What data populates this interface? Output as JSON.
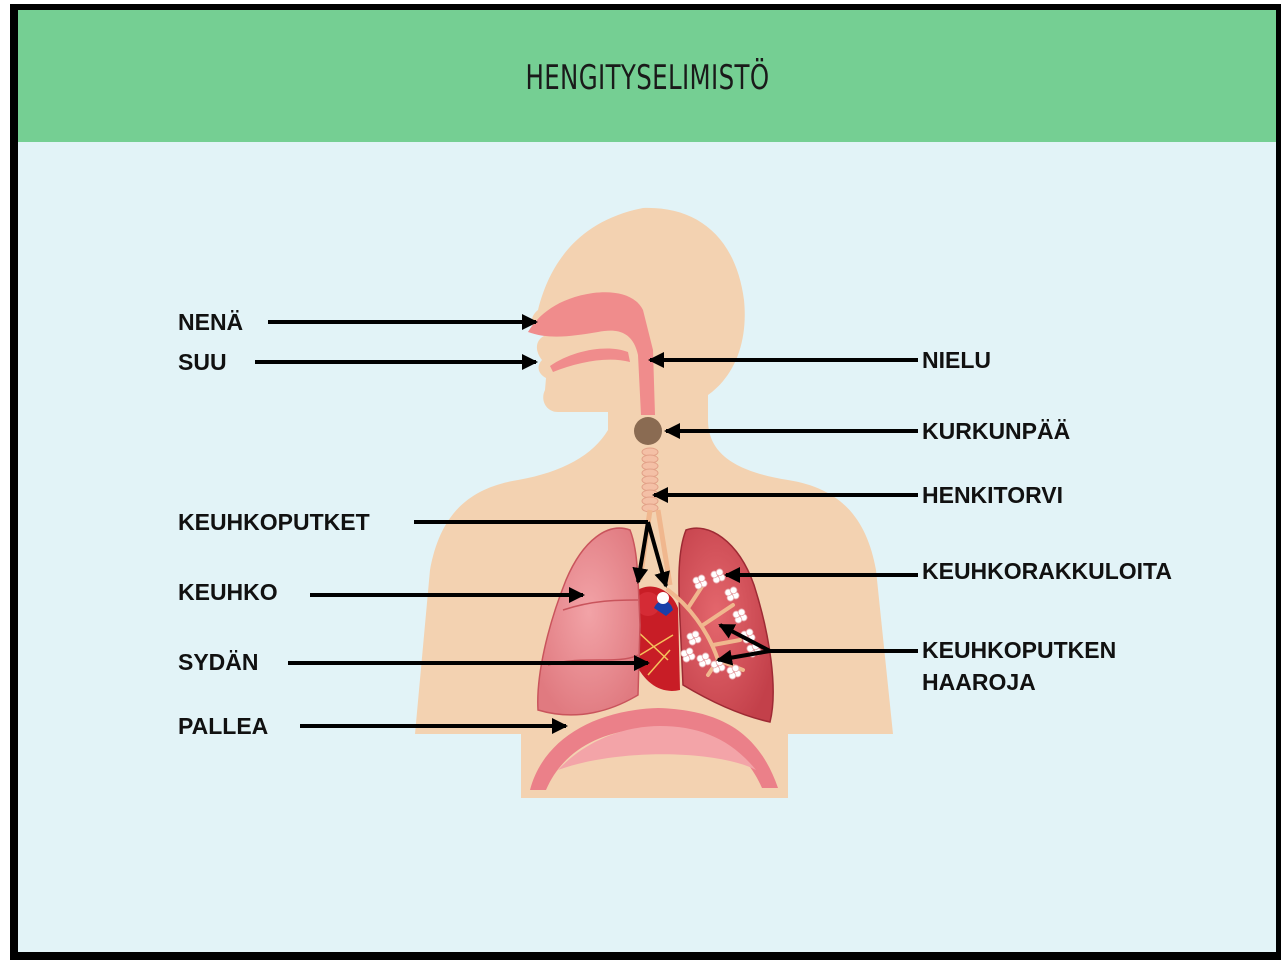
{
  "title": "HENGITYSELIMISTÖ",
  "labels": {
    "nena": "NENÄ",
    "suu": "SUU",
    "keuhkoputket": "KEUHKOPUTKET",
    "keuhko": "KEUHKO",
    "sydan": "SYDÄN",
    "pallea": "PALLEA",
    "nielu": "NIELU",
    "kurkunpaa": "KURKUNPÄÄ",
    "henkitorvi": "HENKITORVI",
    "keuhkorakkuloita": "KEUHKORAKKULOITA",
    "keuhkoputken_haaroja_line1": "KEUHKOPUTKEN",
    "keuhkoputken_haaroja_line2": "HAAROJA"
  },
  "colors": {
    "header": "#75cf93",
    "background": "#e2f3f7",
    "skin": "#f3d2b1",
    "airway": "#f08c8c",
    "lung": "#eb8f94",
    "lung_dark": "#c8404a",
    "larynx": "#8a6b52",
    "arrow": "#000000"
  }
}
